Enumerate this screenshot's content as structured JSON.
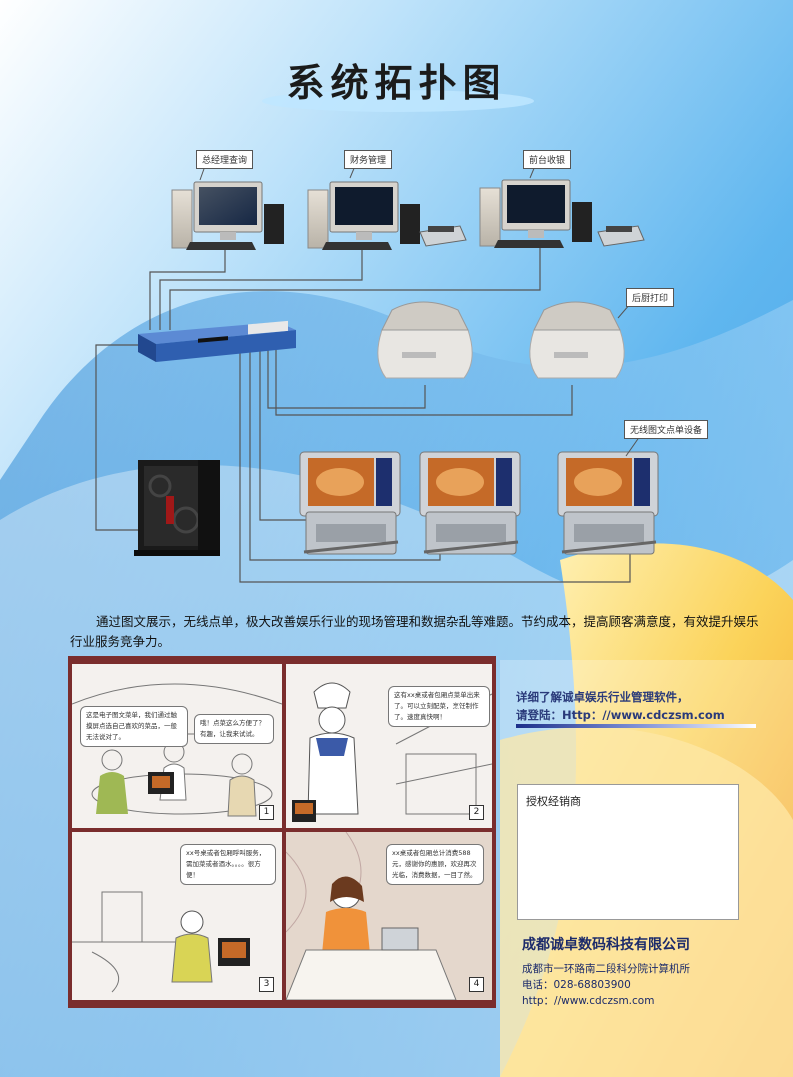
{
  "title": "系统拓扑图",
  "callouts": {
    "manager": "总经理查询",
    "finance": "财务管理",
    "cashier": "前台收银",
    "kitchen": "后厨打印",
    "wireless": "无线图文点单设备"
  },
  "description": "通过图文展示，无线点单，极大改善娱乐行业的现场管理和数据杂乱等难题。节约成本，提高顾客满意度，有效提升娱乐行业服务竞争力。",
  "comic": {
    "panel1": {
      "bubble_a": "这是电子图文菜单，我们通过触摸屏点选自己喜欢的菜品，一般无法说对了。",
      "bubble_b": "哦！点菜这么方便了？有趣，让我来试试。",
      "num": "1"
    },
    "panel2": {
      "bubble": "这有xx桌或者包厢点菜单出来了。可以立刻配菜，烹饪制作了。速度真快啊！",
      "num": "2"
    },
    "panel3": {
      "bubble": "xx号桌或者包厢呼叫服务，需加菜或者酒水。。。。很方便！",
      "num": "3"
    },
    "panel4": {
      "bubble": "xx桌或者包厢总计消费588元，感谢你的惠顾，欢迎再次光临，消费数据，一目了然。",
      "num": "4"
    }
  },
  "info": {
    "line1": "详细了解诚卓娱乐行业管理软件，",
    "line2": "请登陆：Http：//www.cdczsm.com"
  },
  "dealer_label": "授权经销商",
  "company": {
    "name": "成都诚卓数码科技有限公司",
    "address": "成都市一环路南二段科分院计算机所",
    "phone": "电话：028-68803900",
    "website": "http：//www.cdczsm.com"
  },
  "colors": {
    "sky": "#5fb6ef",
    "switch": "#2f5fb0",
    "comic_frame": "#7a2d2d",
    "company_text": "#1b2a6a"
  }
}
